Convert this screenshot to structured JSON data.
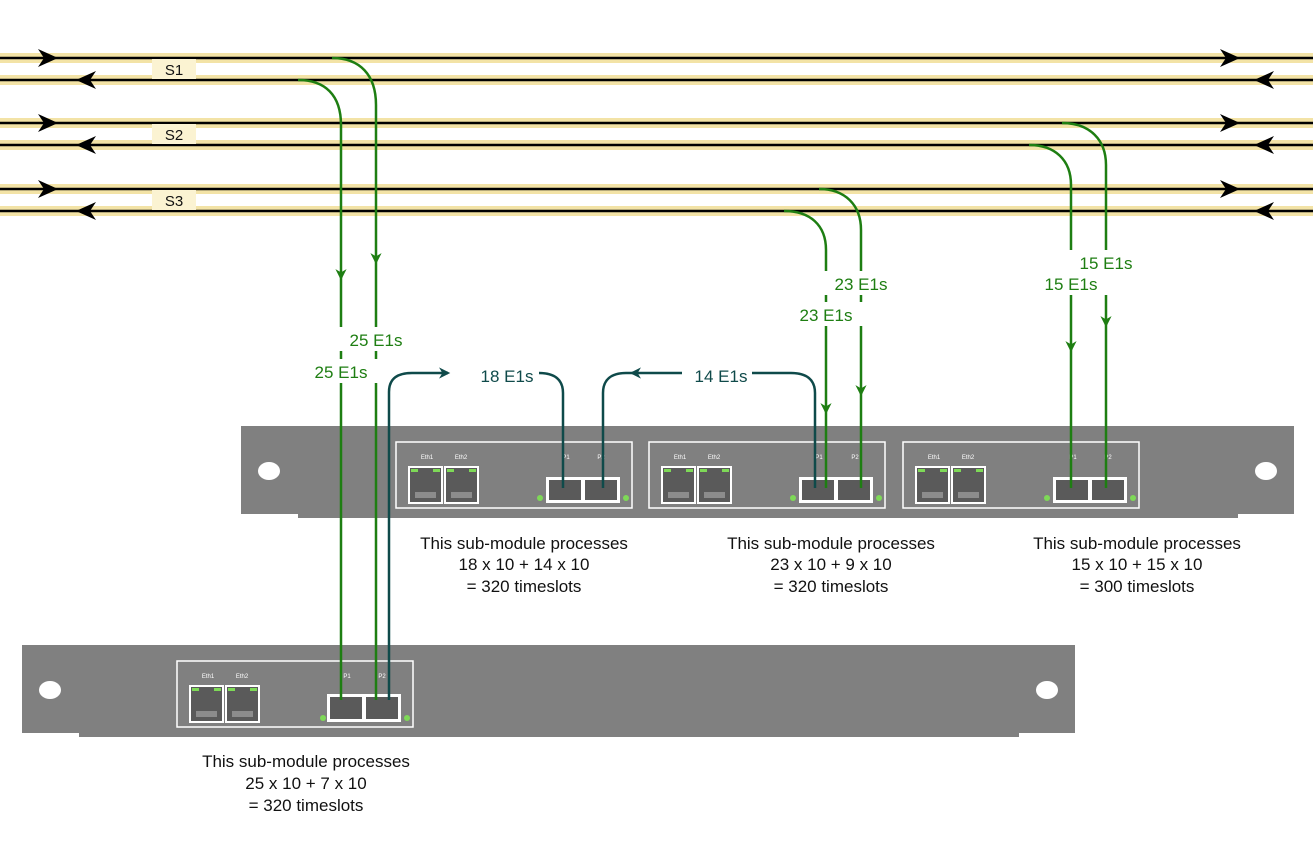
{
  "colors": {
    "chassis": "#808080",
    "green_link": "#1e7e12",
    "teal_link": "#0f4a4a",
    "led": "#7ed957",
    "stream_glow": "#f3e3a6"
  },
  "streams": [
    {
      "label": "S1"
    },
    {
      "label": "S2"
    },
    {
      "label": "S3"
    }
  ],
  "links": {
    "s1_p1": "25 E1s",
    "s1_p2": "25 E1s",
    "s3_a": "23 E1s",
    "s3_b": "23 E1s",
    "s2_a": "15 E1s",
    "s2_b": "15 E1s",
    "inter_18": "18 E1s",
    "inter_14": "14 E1s"
  },
  "ports": {
    "eth1": "Eth1",
    "eth2": "Eth2",
    "p1": "P1",
    "p2": "P2"
  },
  "modules": {
    "top_1": [
      "This sub-module processes",
      "18 x 10 + 14 x 10",
      "= 320 timeslots"
    ],
    "top_2": [
      "This sub-module processes",
      "23 x 10 + 9 x 10",
      "= 320 timeslots"
    ],
    "top_3": [
      "This sub-module processes",
      "15 x 10 + 15 x 10",
      "= 300 timeslots"
    ],
    "bottom": [
      "This sub-module processes",
      "25 x 10 + 7 x 10",
      "= 320 timeslots"
    ]
  }
}
